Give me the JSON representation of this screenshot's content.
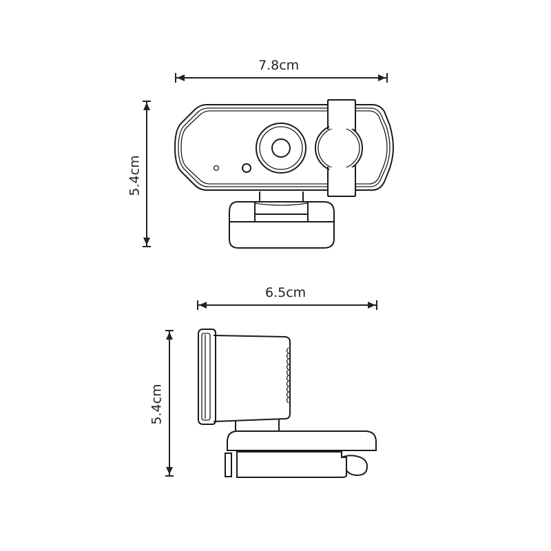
{
  "diagram": {
    "subject": "Webcam dimensions",
    "colors": {
      "line": "#1a1a1a",
      "background": "#ffffff",
      "text": "#222222"
    },
    "front_view": {
      "width_label": "7.8cm",
      "height_label": "5.4cm",
      "parts": [
        "camera-body",
        "lens-outer-ring",
        "lens-inner",
        "indicator-led",
        "microphone-hole",
        "privacy-shutter",
        "shutter-disc",
        "hinge-neck",
        "mount-base"
      ]
    },
    "side_view": {
      "width_label": "6.5cm",
      "height_label": "5.4cm",
      "parts": [
        "camera-body-side",
        "front-bezel",
        "grip-ridges",
        "hinge-neck",
        "clip-top",
        "clip-bottom",
        "clip-hinge",
        "clip-tab"
      ]
    }
  }
}
